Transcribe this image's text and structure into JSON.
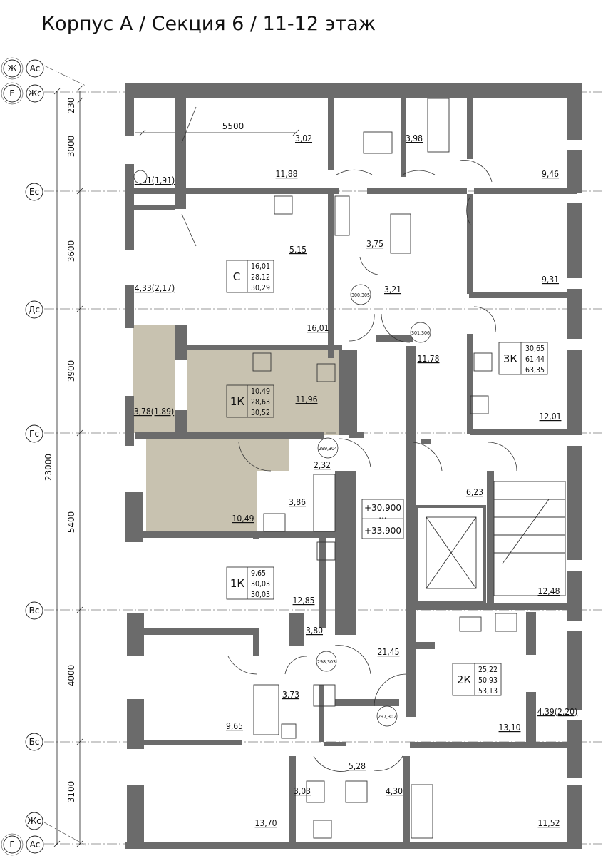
{
  "title": "Корпус А / Секция 6 / 11-12 этаж",
  "colors": {
    "wall": "#6b6b6b",
    "highlight": "#c8c2b0",
    "line": "#333333",
    "background": "#ffffff"
  },
  "axes": {
    "left": [
      "Ж",
      "Ас",
      "Е",
      "Жс",
      "Ес",
      "Дс",
      "Гс",
      "Вс",
      "Бс",
      "Жс",
      "Г",
      "Ас"
    ]
  },
  "dimensions": {
    "vertical": [
      "230",
      "3000",
      "3600",
      "3900",
      "5400",
      "4000",
      "3100",
      "23000"
    ],
    "top": "5500"
  },
  "rooms": {
    "areas": [
      "11,88",
      "3,02",
      "3,98",
      "9,46",
      "3,81(1,91)",
      "5,15",
      "3,75",
      "9,31",
      "4,33(2,17)",
      "3,21",
      "16,01",
      "11,78",
      "3,78(1,89)",
      "11,96",
      "12,01",
      "2,32",
      "6,23",
      "3,86",
      "10,49",
      "12,48",
      "12,85",
      "3,80",
      "21,45",
      "3,73",
      "9,65",
      "13,10",
      "4,39(2,20)",
      "5,28",
      "3,03",
      "4,30",
      "13,70",
      "11,52"
    ]
  },
  "apartments": [
    {
      "type": "С",
      "stats": [
        "16,01",
        "28,12",
        "30,29"
      ]
    },
    {
      "type": "3К",
      "stats": [
        "30,65",
        "61,44",
        "63,35"
      ]
    },
    {
      "type": "1К",
      "stats": [
        "10,49",
        "28,63",
        "30,52"
      ]
    },
    {
      "type": "1К",
      "stats": [
        "9,65",
        "30,03",
        "30,03"
      ]
    },
    {
      "type": "2К",
      "stats": [
        "25,22",
        "50,93",
        "53,13"
      ]
    }
  ],
  "levels": {
    "lower": "+30.900",
    "sep": "...",
    "upper": "+33.900"
  },
  "doors": [
    "300,305",
    "301,306",
    "299,304",
    "298,303",
    "297,302"
  ]
}
